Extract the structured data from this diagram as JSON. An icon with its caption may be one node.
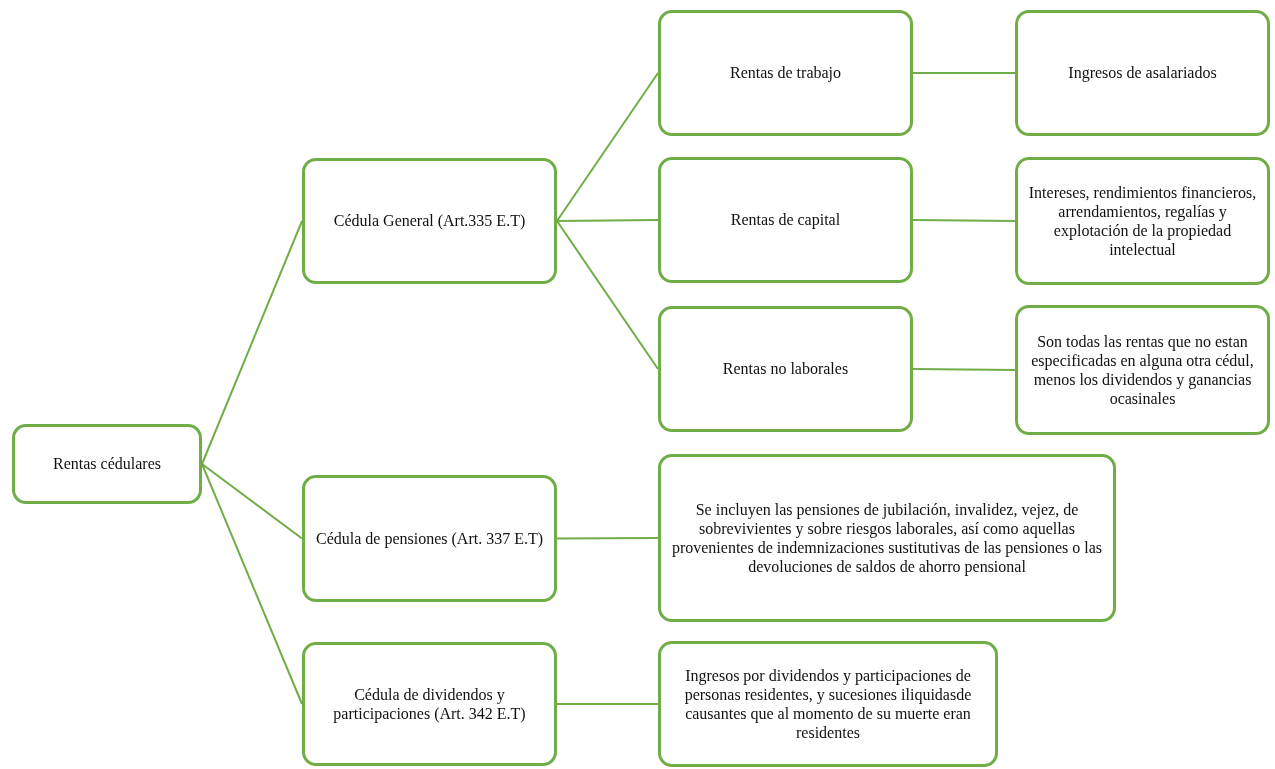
{
  "diagram": {
    "nodes": [
      {
        "text": [
          "Rentas cédulares"
        ]
      },
      {
        "text": [
          "Cédula General (Art.335 E.T)"
        ]
      },
      {
        "text": [
          "Cédula de pensiones (Art. 337 E.T)"
        ]
      },
      {
        "text": [
          "Cédula de dividendos y participaciones (Art. 342 E.T)"
        ]
      },
      {
        "text": [
          "Rentas de trabajo"
        ]
      },
      {
        "text": [
          "Ingresos de asalariados"
        ]
      },
      {
        "text": [
          "Rentas de capital"
        ]
      },
      {
        "text": [
          "Intereses, rendimientos financieros, arrendamientos, regalías y explotación de la propiedad intelectual"
        ]
      },
      {
        "text": [
          "Rentas no laborales"
        ]
      },
      {
        "text": [
          "Son todas las rentas que no estan especificadas en alguna otra cédul, menos los dividendos y ganancias ocasinales"
        ]
      },
      {
        "text": [
          "Se incluyen las pensiones de jubilación, invalidez, vejez, de sobrevivientes y sobre riesgos laborales, así como aquellas provenientes de indemnizaciones sustitutivas de las pensiones o las devoluciones de saldos de ahorro pensional"
        ]
      },
      {
        "text": [
          "Ingresos por dividendos y participaciones de personas residentes, y sucesiones iliquidasde causantes que al momento de su muerte eran residentes"
        ]
      }
    ],
    "edges": [
      {
        "from": 0,
        "to": 1,
        "arrow": "none"
      },
      {
        "from": 0,
        "to": 2,
        "arrow": "none"
      },
      {
        "from": 0,
        "to": 3,
        "arrow": "none"
      },
      {
        "from": 1,
        "to": 4,
        "arrow": "none"
      },
      {
        "from": 1,
        "to": 6,
        "arrow": "none"
      },
      {
        "from": 1,
        "to": 8,
        "arrow": "none"
      },
      {
        "from": 4,
        "to": 5,
        "arrow": "none"
      },
      {
        "from": 6,
        "to": 7,
        "arrow": "none"
      },
      {
        "from": 8,
        "to": 9,
        "arrow": "none"
      },
      {
        "from": 2,
        "to": 10,
        "arrow": "none"
      },
      {
        "from": 3,
        "to": 11,
        "arrow": "none"
      }
    ]
  }
}
